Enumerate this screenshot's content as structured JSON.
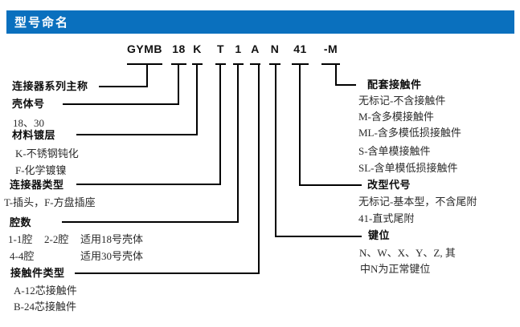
{
  "header": {
    "title": "型号命名"
  },
  "model_code": {
    "segments": [
      "GYMB",
      "18",
      "K",
      "T",
      "1",
      "A",
      "N",
      "41",
      "-M"
    ]
  },
  "left_groups": [
    {
      "heading": "连接器系列主称",
      "items": []
    },
    {
      "heading": "壳体号",
      "items": [
        "18、30"
      ]
    },
    {
      "heading": "材料镀层",
      "items": [
        "K-不锈钢钝化",
        "F-化学镀镍"
      ]
    },
    {
      "heading": "连接器类型",
      "items": [
        "T-插头，F-方盘插座"
      ]
    },
    {
      "heading": "腔数",
      "row1": [
        "1-1腔",
        "2-2腔",
        "适用18号壳体"
      ],
      "row2": [
        "4-4腔",
        "适用30号壳体"
      ]
    },
    {
      "heading": "接触件类型",
      "items": [
        "A-12芯接触件",
        "B-24芯接触件"
      ]
    }
  ],
  "right_groups": [
    {
      "heading": "配套接触件",
      "items": [
        "无标记-不含接触件",
        "M-含多模接触件",
        "ML-含多模低损接触件",
        "S-含单模接触件",
        "SL-含单模低损接触件"
      ]
    },
    {
      "heading": "改型代号",
      "items": [
        "无标记-基本型，不含尾附",
        "41-直式尾附"
      ]
    },
    {
      "heading": "键位",
      "items": [
        "N、W、X、Y、Z, 其",
        "中N为正常键位"
      ]
    }
  ],
  "colors": {
    "header_bar": "#0a70be",
    "line": "#000000",
    "text": "#2b2b2b"
  }
}
